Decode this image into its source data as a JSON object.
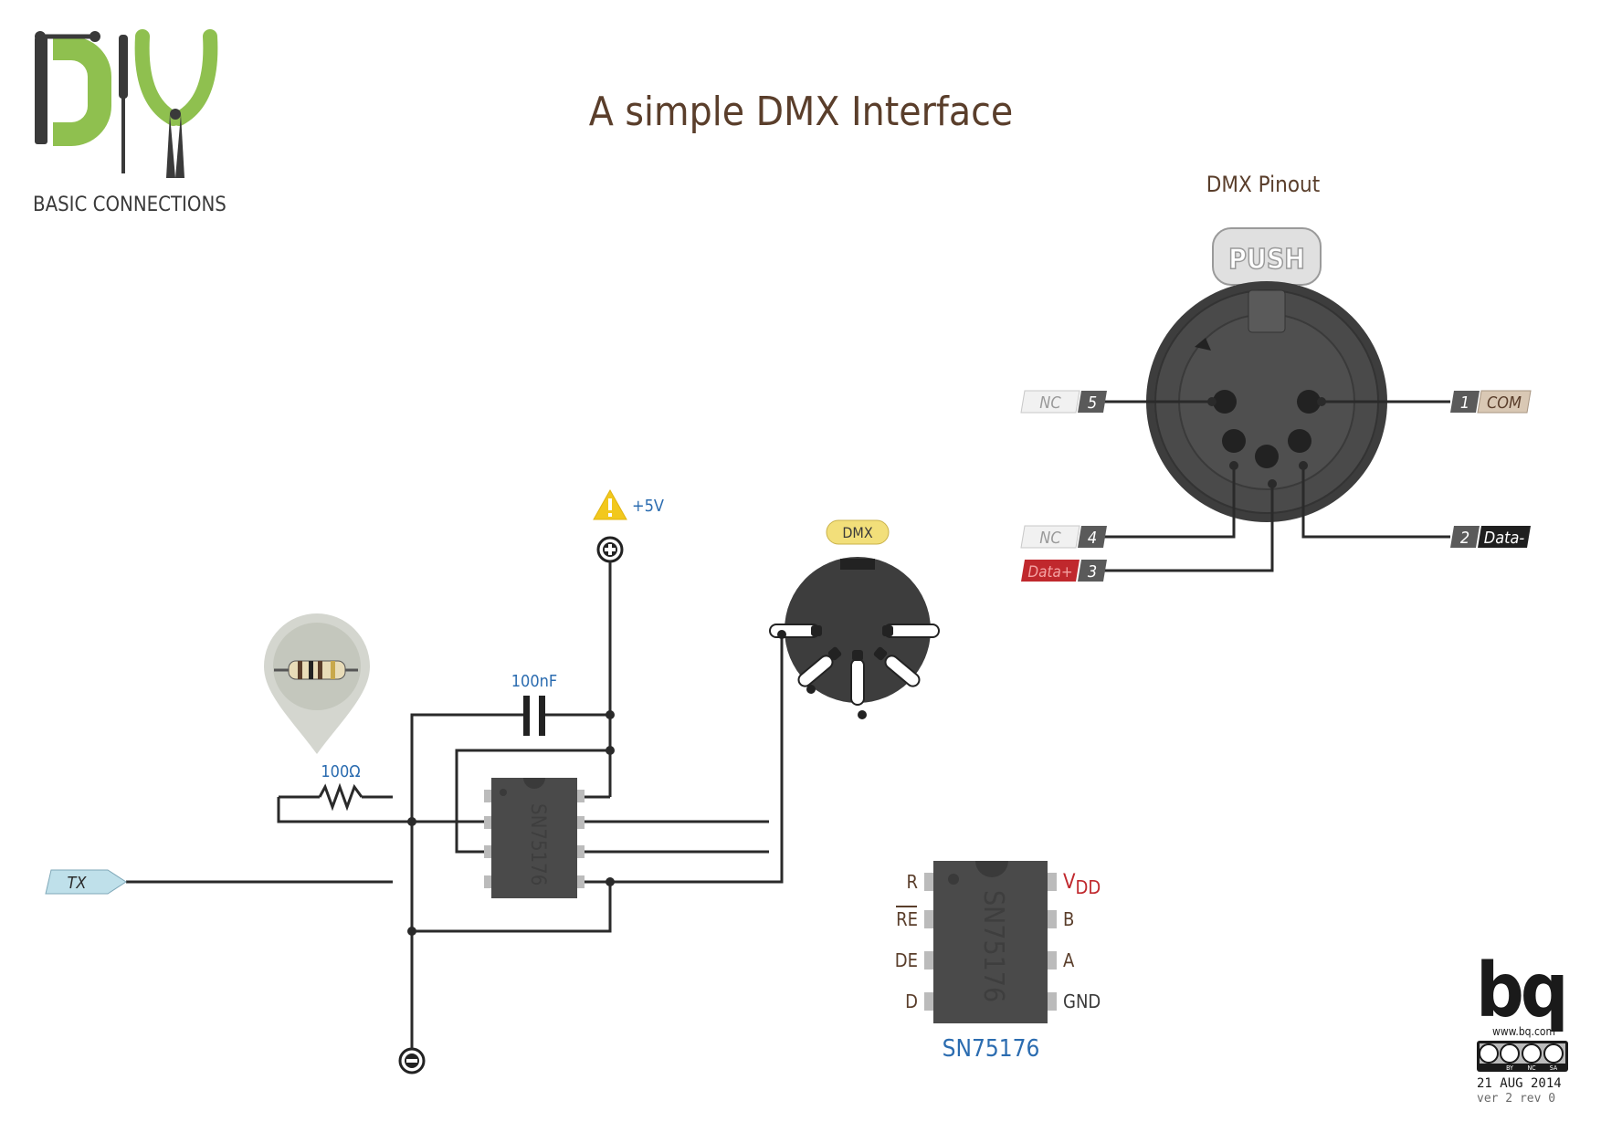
{
  "header": {
    "logo_text": "DIY",
    "logo_subtitle": "BASIC CONNECTIONS",
    "title": "A simple DMX Interface"
  },
  "pinout": {
    "title": "DMX Pinout",
    "push_label": "PUSH",
    "pins": [
      {
        "num": "5",
        "label": "NC"
      },
      {
        "num": "1",
        "label": "COM"
      },
      {
        "num": "4",
        "label": "NC"
      },
      {
        "num": "3",
        "label": "Data+"
      },
      {
        "num": "2",
        "label": "Data-"
      }
    ]
  },
  "schematic": {
    "power_label": "+5V",
    "dmx_label": "DMX",
    "capacitor_value": "100nF",
    "resistor_value": "100Ω",
    "tx_label": "TX",
    "ic_marking": "SN75176"
  },
  "ic_pinout": {
    "name": "SN75176",
    "chip_marking": "SN75176",
    "left_pins": [
      "R",
      "RE",
      "DE",
      "D"
    ],
    "right_pins": [
      {
        "main": "V",
        "sub": "DD"
      },
      {
        "main": "B",
        "sub": ""
      },
      {
        "main": "A",
        "sub": ""
      },
      {
        "main": "GND",
        "sub": ""
      }
    ]
  },
  "footer": {
    "brand": "bq",
    "url": "www.bq.com",
    "license_labels": [
      "BY",
      "NC",
      "SA"
    ],
    "date": "21 AUG 2014",
    "version": "ver 2 rev 0"
  },
  "colors": {
    "title": "#5a3e2b",
    "logo_green": "#8fc04f",
    "logo_dark": "#3a3a3a",
    "value_blue": "#2b6cb0",
    "data_plus_red": "#c0282d",
    "com_tan": "#d9c8b4",
    "ic_body": "#4a4a4a",
    "dmx_yellow": "#f2df7a"
  }
}
